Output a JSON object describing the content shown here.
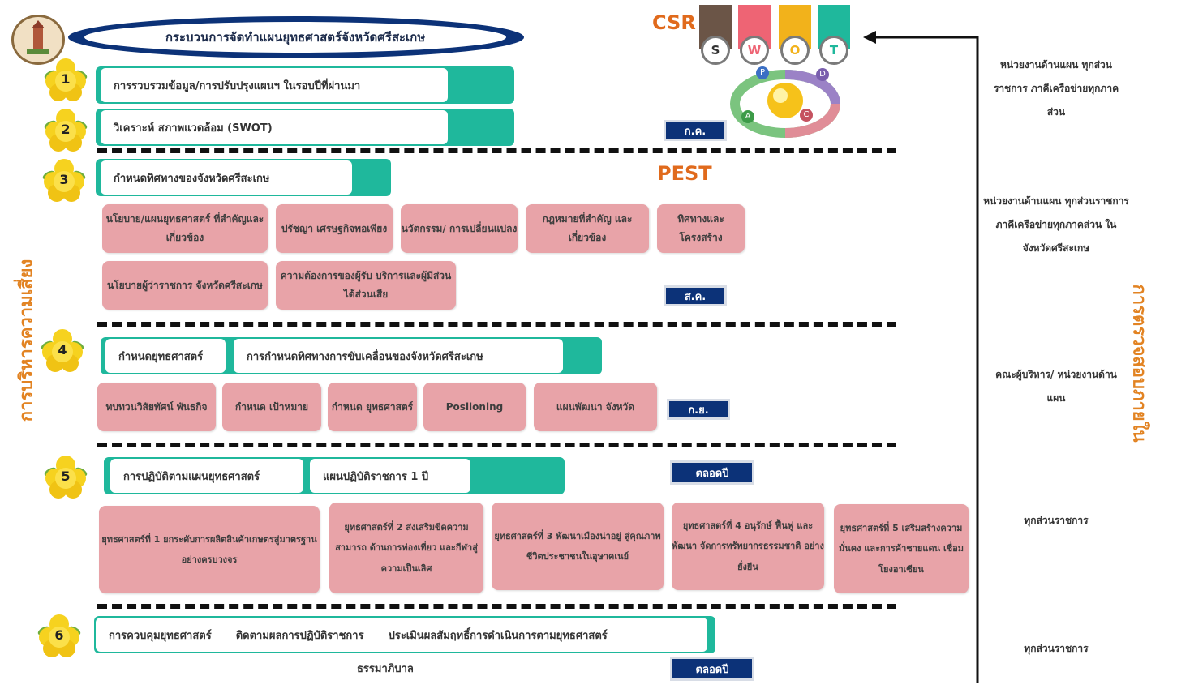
{
  "title": "กระบวนการจัดทำแผนยุทธศาสตร์จังหวัดศรีสะเกษ",
  "csr_label": "CSR",
  "pest_label": "PEST",
  "swot": [
    {
      "letter": "S",
      "color": "#6b5547",
      "text_color": "#333333"
    },
    {
      "letter": "W",
      "color": "#ee6474",
      "text_color": "#ee6474"
    },
    {
      "letter": "O",
      "color": "#f2b21b",
      "text_color": "#f2b21b"
    },
    {
      "letter": "T",
      "color": "#1fb89c",
      "text_color": "#1fb89c"
    }
  ],
  "cycle_letters": [
    "P",
    "D",
    "C",
    "A"
  ],
  "left_vertical": "การบริหารความเสี่ยง",
  "right_vertical": "การตรวจสอบภายใน",
  "steps": [
    {
      "num": "1",
      "text": "การรวบรวมข้อมูล/การปรับปรุงแผนฯ ในรอบปีที่ผ่านมา"
    },
    {
      "num": "2",
      "text": "วิเคราะห์ สภาพแวดล้อม (SWOT)",
      "badge": "ก.ค."
    },
    {
      "num": "3",
      "text": "กำหนดทิศทางของจังหวัดศรีสะเกษ",
      "badge": "ส.ค.",
      "items": [
        "นโยบาย/แผนยุทธศาสตร์ ที่สำคัญและเกี่ยวข้อง",
        "ปรัชญา เศรษฐกิจพอเพียง",
        "นวัตกรรม/ การเปลี่ยนแปลง",
        "กฎหมายที่สำคัญ และเกี่ยวข้อง",
        "ทิศทางและ โครงสร้าง",
        "นโยบายผู้ว่าราชการ จังหวัดศรีสะเกษ",
        "ความต้องการของผู้รับ บริการและผู้มีส่วนได้ส่วนเสีย"
      ]
    },
    {
      "num": "4",
      "text": "กำหนดยุทธศาสตร์",
      "text2": "การกำหนดทิศทางการขับเคลื่อนของจังหวัดศรีสะเกษ",
      "badge": "ก.ย.",
      "items": [
        "ทบทวนวิสัยทัศน์ พันธกิจ",
        "กำหนด เป้าหมาย",
        "กำหนด ยุทธศาสตร์",
        "Posiioning",
        "แผนพัฒนา จังหวัด"
      ]
    },
    {
      "num": "5",
      "text": "การปฏิบัติตามแผนยุทธศาสตร์",
      "text2": "แผนปฏิบัติราชการ 1 ปี",
      "badge": "ตลอดปี",
      "items": [
        "ยุทธศาสตร์ที่ 1 ยกระดับการผลิตสินค้าเกษตรสู่มาตรฐาน อย่างครบวงจร",
        "ยุทธศาสตร์ที่ 2 ส่งเสริมขีดความสามารถ ด้านการท่องเที่ยว และกีฬาสู่ความเป็นเลิศ",
        "ยุทธศาสตร์ที่ 3 พัฒนาเมืองน่าอยู่ สู่คุณภาพ ชีวิตประชาชนในอุษาคเนย์",
        "ยุทธศาสตร์ที่ 4 อนุรักษ์ ฟื้นฟู และพัฒนา จัดการทรัพยากรธรรมชาติ อย่างยั่งยืน",
        "ยุทธศาสตร์ที่ 5 เสริมสร้างความมั่นคง และการค้าชายแดน เชื่อมโยงอาเซียน"
      ]
    },
    {
      "num": "6",
      "text": "การควบคุมยุทธศาสตร์",
      "text2": "ติดตามผลการปฏิบัติราชการ",
      "text3": "ประเมินผลสัมฤทธิ์การดำเนินการตามยุทธศาสตร์",
      "under": "ธรรมาภิบาล",
      "badge": "ตลอดปี"
    }
  ],
  "right_labels": [
    "หน่วยงานด้านแผน ทุกส่วนราชการ ภาคีเครือข่ายทุกภาคส่วน",
    "หน่วยงานด้านแผน ทุกส่วนราชการ ภาคีเครือข่ายทุกภาคส่วน ในจังหวัดศรีสะเกษ",
    "คณะผู้บริหาร/ หน่วยงานด้านแผน",
    "ทุกส่วนราชการ",
    "ทุกส่วนราชการ"
  ]
}
